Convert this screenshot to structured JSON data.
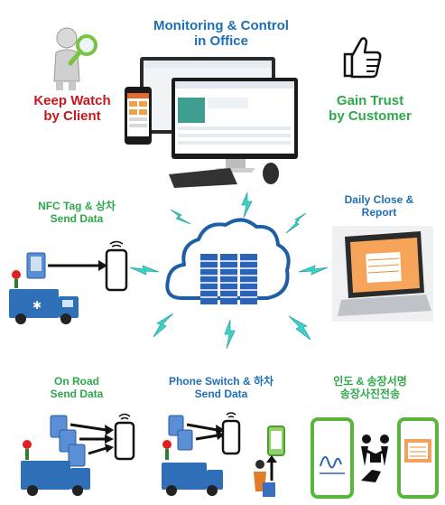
{
  "header": {
    "title": "Monitoring & Control\nin Office"
  },
  "left_caption": "Keep Watch\nby Client",
  "right_caption": "Gain Trust\nby Customer",
  "nfc_caption": "NFC Tag & 상차\nSend Data",
  "daily_caption": "Daily Close &\nReport",
  "onroad_caption": "On Road\nSend Data",
  "phone_switch_caption": "Phone Switch & 하차\nSend Data",
  "delivery_caption": "인도 & 송장서명\n송장사진전송",
  "colors": {
    "title_blue": "#1f6fb5",
    "caption_green": "#2ea84a",
    "caption_red": "#c8161d",
    "bolt": "#3fd0c9",
    "server": "#2b63b8",
    "cloud": "#1d5fa6"
  }
}
